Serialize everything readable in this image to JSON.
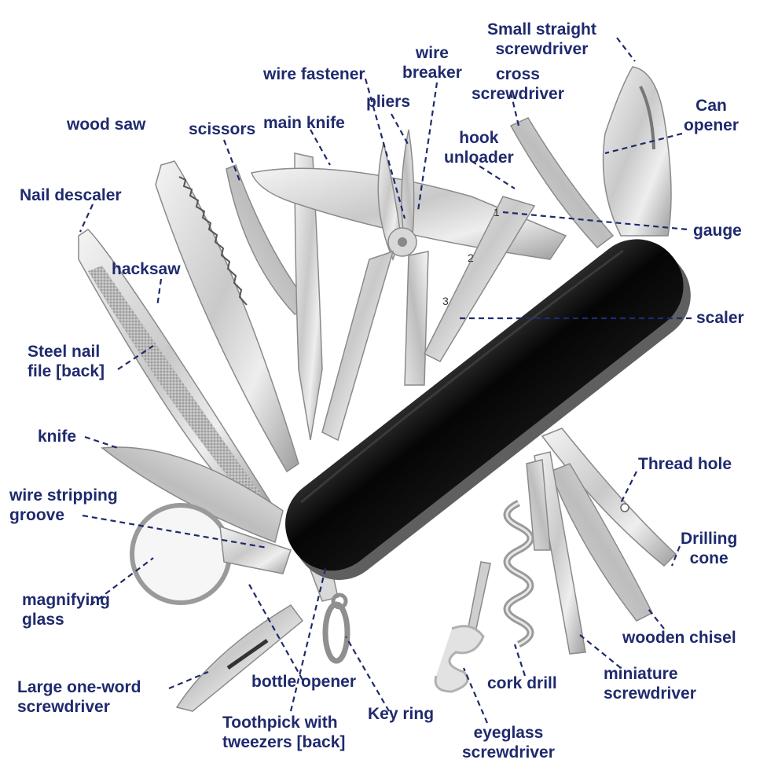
{
  "accent_color": "#1f2a6e",
  "handle_color": "#0b0b0b",
  "labels": {
    "small_straight_screwdriver": [
      "Small straight",
      "screwdriver"
    ],
    "wire_fastener": "wire fastener",
    "wire_breaker": [
      "wire",
      "breaker"
    ],
    "cross_screwdriver": [
      "cross",
      "screwdriver"
    ],
    "pliers": "pliers",
    "can_opener": [
      "Can",
      "opener"
    ],
    "wood_saw": "wood saw",
    "scissors": "scissors",
    "main_knife": "main knife",
    "hook_unloader": [
      "hook",
      "unloader"
    ],
    "nail_descaler": "Nail descaler",
    "gauge": "gauge",
    "hacksaw": "hacksaw",
    "scaler": "scaler",
    "steel_nail_file": [
      "Steel nail",
      "file [back]"
    ],
    "knife": "knife",
    "thread_hole": "Thread hole",
    "wire_stripping_groove": [
      "wire stripping",
      "groove"
    ],
    "drilling_cone": [
      "Drilling",
      "cone"
    ],
    "magnifying_glass": [
      "magnifying",
      "glass"
    ],
    "wooden_chisel": "wooden chisel",
    "bottle_opener": "bottle opener",
    "cork_drill": "cork drill",
    "miniature_screwdriver": [
      "miniature",
      "screwdriver"
    ],
    "large_one_word_screwdriver": [
      "Large one-word",
      "screwdriver"
    ],
    "toothpick_tweezers": [
      "Toothpick with",
      "tweezers [back]"
    ],
    "key_ring": "Key ring",
    "eyeglass_screwdriver": [
      "eyeglass",
      "screwdriver"
    ]
  },
  "gauge_marks": [
    "1",
    "2",
    "3"
  ]
}
